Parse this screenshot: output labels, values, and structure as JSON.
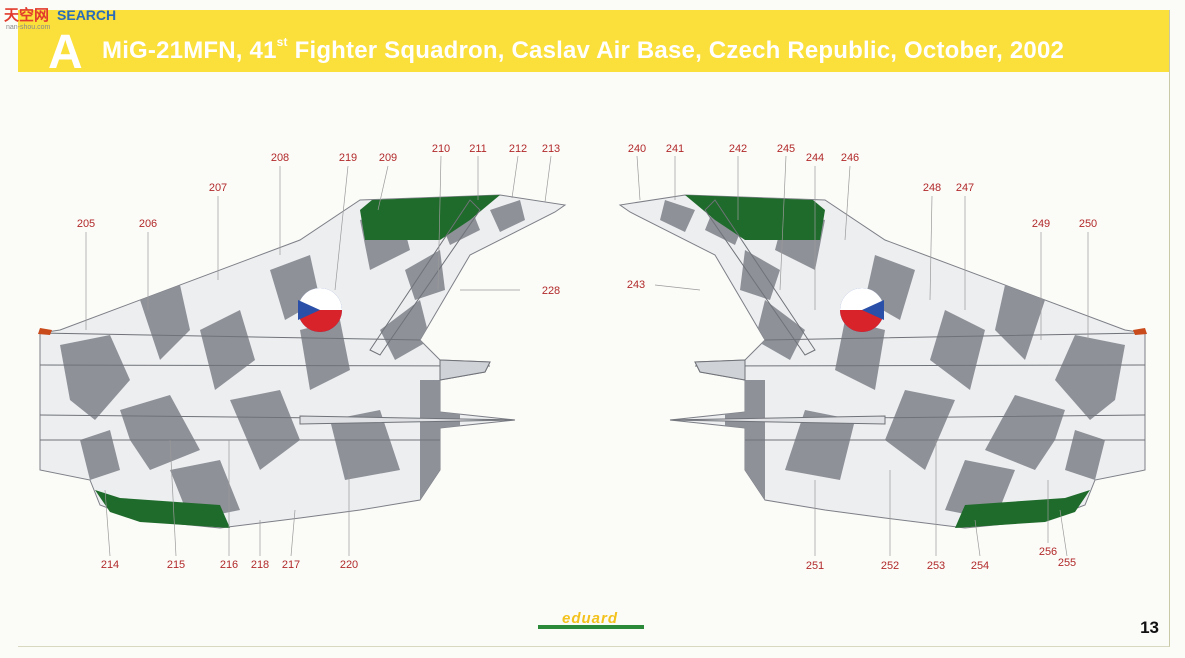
{
  "watermark": {
    "cn": "天空网",
    "en": "SEARCH",
    "url": "nan-shou.com"
  },
  "banner": {
    "letter": "A",
    "title_before": "MiG-21MFN, 41",
    "title_sup": "st",
    "title_after": " Fighter Squadron, Caslav Air Base, Czech Republic, October, 2002"
  },
  "colors": {
    "banner": "#fbdf3a",
    "camo_grey": "#8f9199",
    "camo_white": "#eceef0",
    "green": "#1f6b2b",
    "callout": "#b12a2a"
  },
  "callouts_left": [
    "205",
    "206",
    "207",
    "208",
    "219",
    "209",
    "210",
    "211",
    "212",
    "213",
    "228",
    "214",
    "215",
    "216",
    "218",
    "217",
    "220"
  ],
  "callouts_right": [
    "240",
    "241",
    "242",
    "245",
    "244",
    "246",
    "248",
    "247",
    "249",
    "250",
    "243",
    "251",
    "252",
    "253",
    "254",
    "256",
    "255"
  ],
  "logo": "eduard",
  "page_number": "13"
}
